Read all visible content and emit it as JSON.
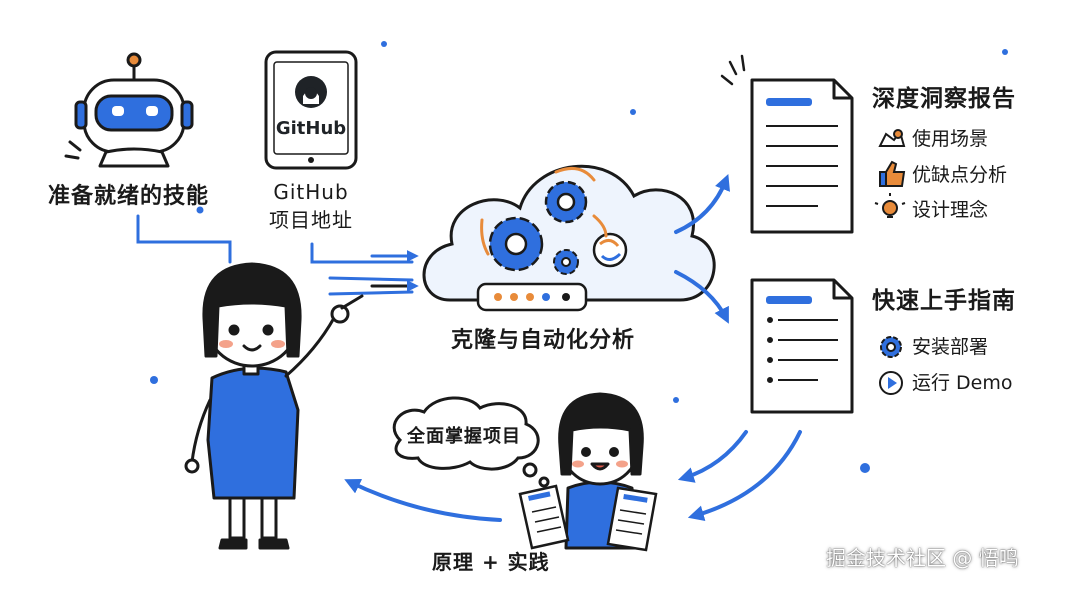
{
  "colors": {
    "blue": "#2f6fde",
    "dark": "#1a1a1a",
    "orange": "#e88b3a",
    "light_blue": "#9fbff2"
  },
  "labels": {
    "skills": "准备就绪的技能",
    "github_line1": "GitHub",
    "github_line2": "项目地址",
    "github_logo_text": "GitHub",
    "cloud": "克隆与自动化分析",
    "report_title": "深度洞察报告",
    "guide_title": "快速上手指南",
    "thought": "全面掌握项目",
    "practice": "原理 + 实践",
    "watermark": "掘金技术社区 @ 悟鸣"
  },
  "report_items": [
    {
      "icon": "map-icon",
      "label": "使用场景"
    },
    {
      "icon": "thumbs-up-icon",
      "label": "优缺点分析"
    },
    {
      "icon": "lightbulb-icon",
      "label": "设计理念"
    }
  ],
  "guide_items": [
    {
      "icon": "gear-icon",
      "label": "安装部署"
    },
    {
      "icon": "play-icon",
      "label": "运行 Demo"
    }
  ]
}
